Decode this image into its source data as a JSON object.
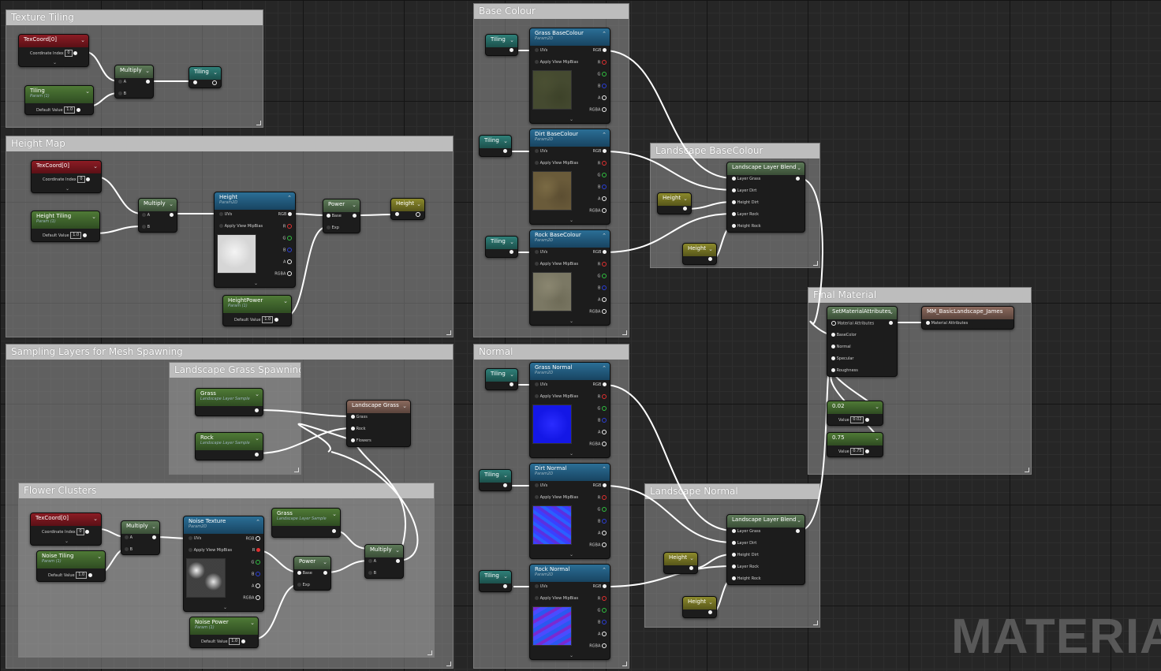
{
  "comments": {
    "texture_tiling": "Texture Tiling",
    "height_map": "Height Map",
    "sampling_layers": "Sampling Layers for Mesh Spawning",
    "grass_spawning": "Landscape Grass Spawning",
    "flower_clusters": "Flower Clusters",
    "base_colour": "Base Colour",
    "landscape_basecolour": "Landscape BaseColour",
    "normal": "Normal",
    "landscape_normal": "Landscape Normal",
    "final_material": "Final Material"
  },
  "common": {
    "texcoord_title": "TexCoord[0]",
    "coordinate_index": "Coordinate Index",
    "coordinate_index_value": "0",
    "multiply": "Multiply",
    "pin_a": "A",
    "pin_b": "B",
    "tiling": "Tiling",
    "param1": "Param (1)",
    "param2d": "Param2D",
    "default_value": "Default Value",
    "uvs": "UVs",
    "apply_mip": "Apply View MipBias",
    "rgb": "RGB",
    "r": "R",
    "g": "G",
    "b": "B",
    "a": "A",
    "rgba": "RGBA",
    "power": "Power",
    "base": "Base",
    "exp": "Exp",
    "height": "Height",
    "layer_sample": "Landscape Layer Sample",
    "layer_blend": "Landscape Layer Blend",
    "layer_grass": "Layer Grass",
    "layer_dirt": "Layer Dirt",
    "height_dirt": "Height Dirt",
    "layer_rock": "Layer Rock",
    "height_rock": "Height Rock"
  },
  "texture_tiling": {
    "tiling_param_value": "1.0"
  },
  "height_map": {
    "height_tiling": "Height Tiling",
    "height_tiling_value": "1.0",
    "height_tex": "Height",
    "height_power": "HeightPower",
    "height_power_value": "1.0",
    "height_out": "Height"
  },
  "sampling": {
    "grass": "Grass",
    "rock": "Rock",
    "landscape_grass": "Landscape Grass",
    "out_grass": "Grass",
    "out_rock": "Rock",
    "out_flowers": "Flowers"
  },
  "flowers": {
    "noise_tiling": "Noise Tiling",
    "noise_tiling_value": "1.0",
    "noise_texture": "Noise Texture",
    "grass": "Grass",
    "noise_power": "Noise Power",
    "noise_power_value": "1.0"
  },
  "base_colour": {
    "grass": "Grass BaseColour",
    "dirt": "Dirt BaseColour",
    "rock": "Rock BaseColour"
  },
  "normal": {
    "grass": "Grass Normal",
    "dirt": "Dirt Normal",
    "rock": "Rock Normal"
  },
  "final": {
    "set_attrs": "SetMaterialAttributes",
    "material_attributes": "Material Attributes",
    "base_color": "BaseColor",
    "normal": "Normal",
    "specular": "Specular",
    "roughness": "Roughness",
    "output_name": "MM_BasicLandscape_James",
    "specular_value": "0.02",
    "roughness_value": "0.75",
    "value_label": "Value"
  },
  "watermark": "MATERIAL",
  "colors": {
    "background": "#262626",
    "comment": "#9a9a9a",
    "comment_title": "#bdbdbd",
    "header_red": "#8c1c24",
    "header_green": "#4f7a36",
    "header_teal": "#2f7f78",
    "header_blue": "#2b6f96",
    "header_olive": "#8c8a2c",
    "wire": "#ffffff"
  }
}
